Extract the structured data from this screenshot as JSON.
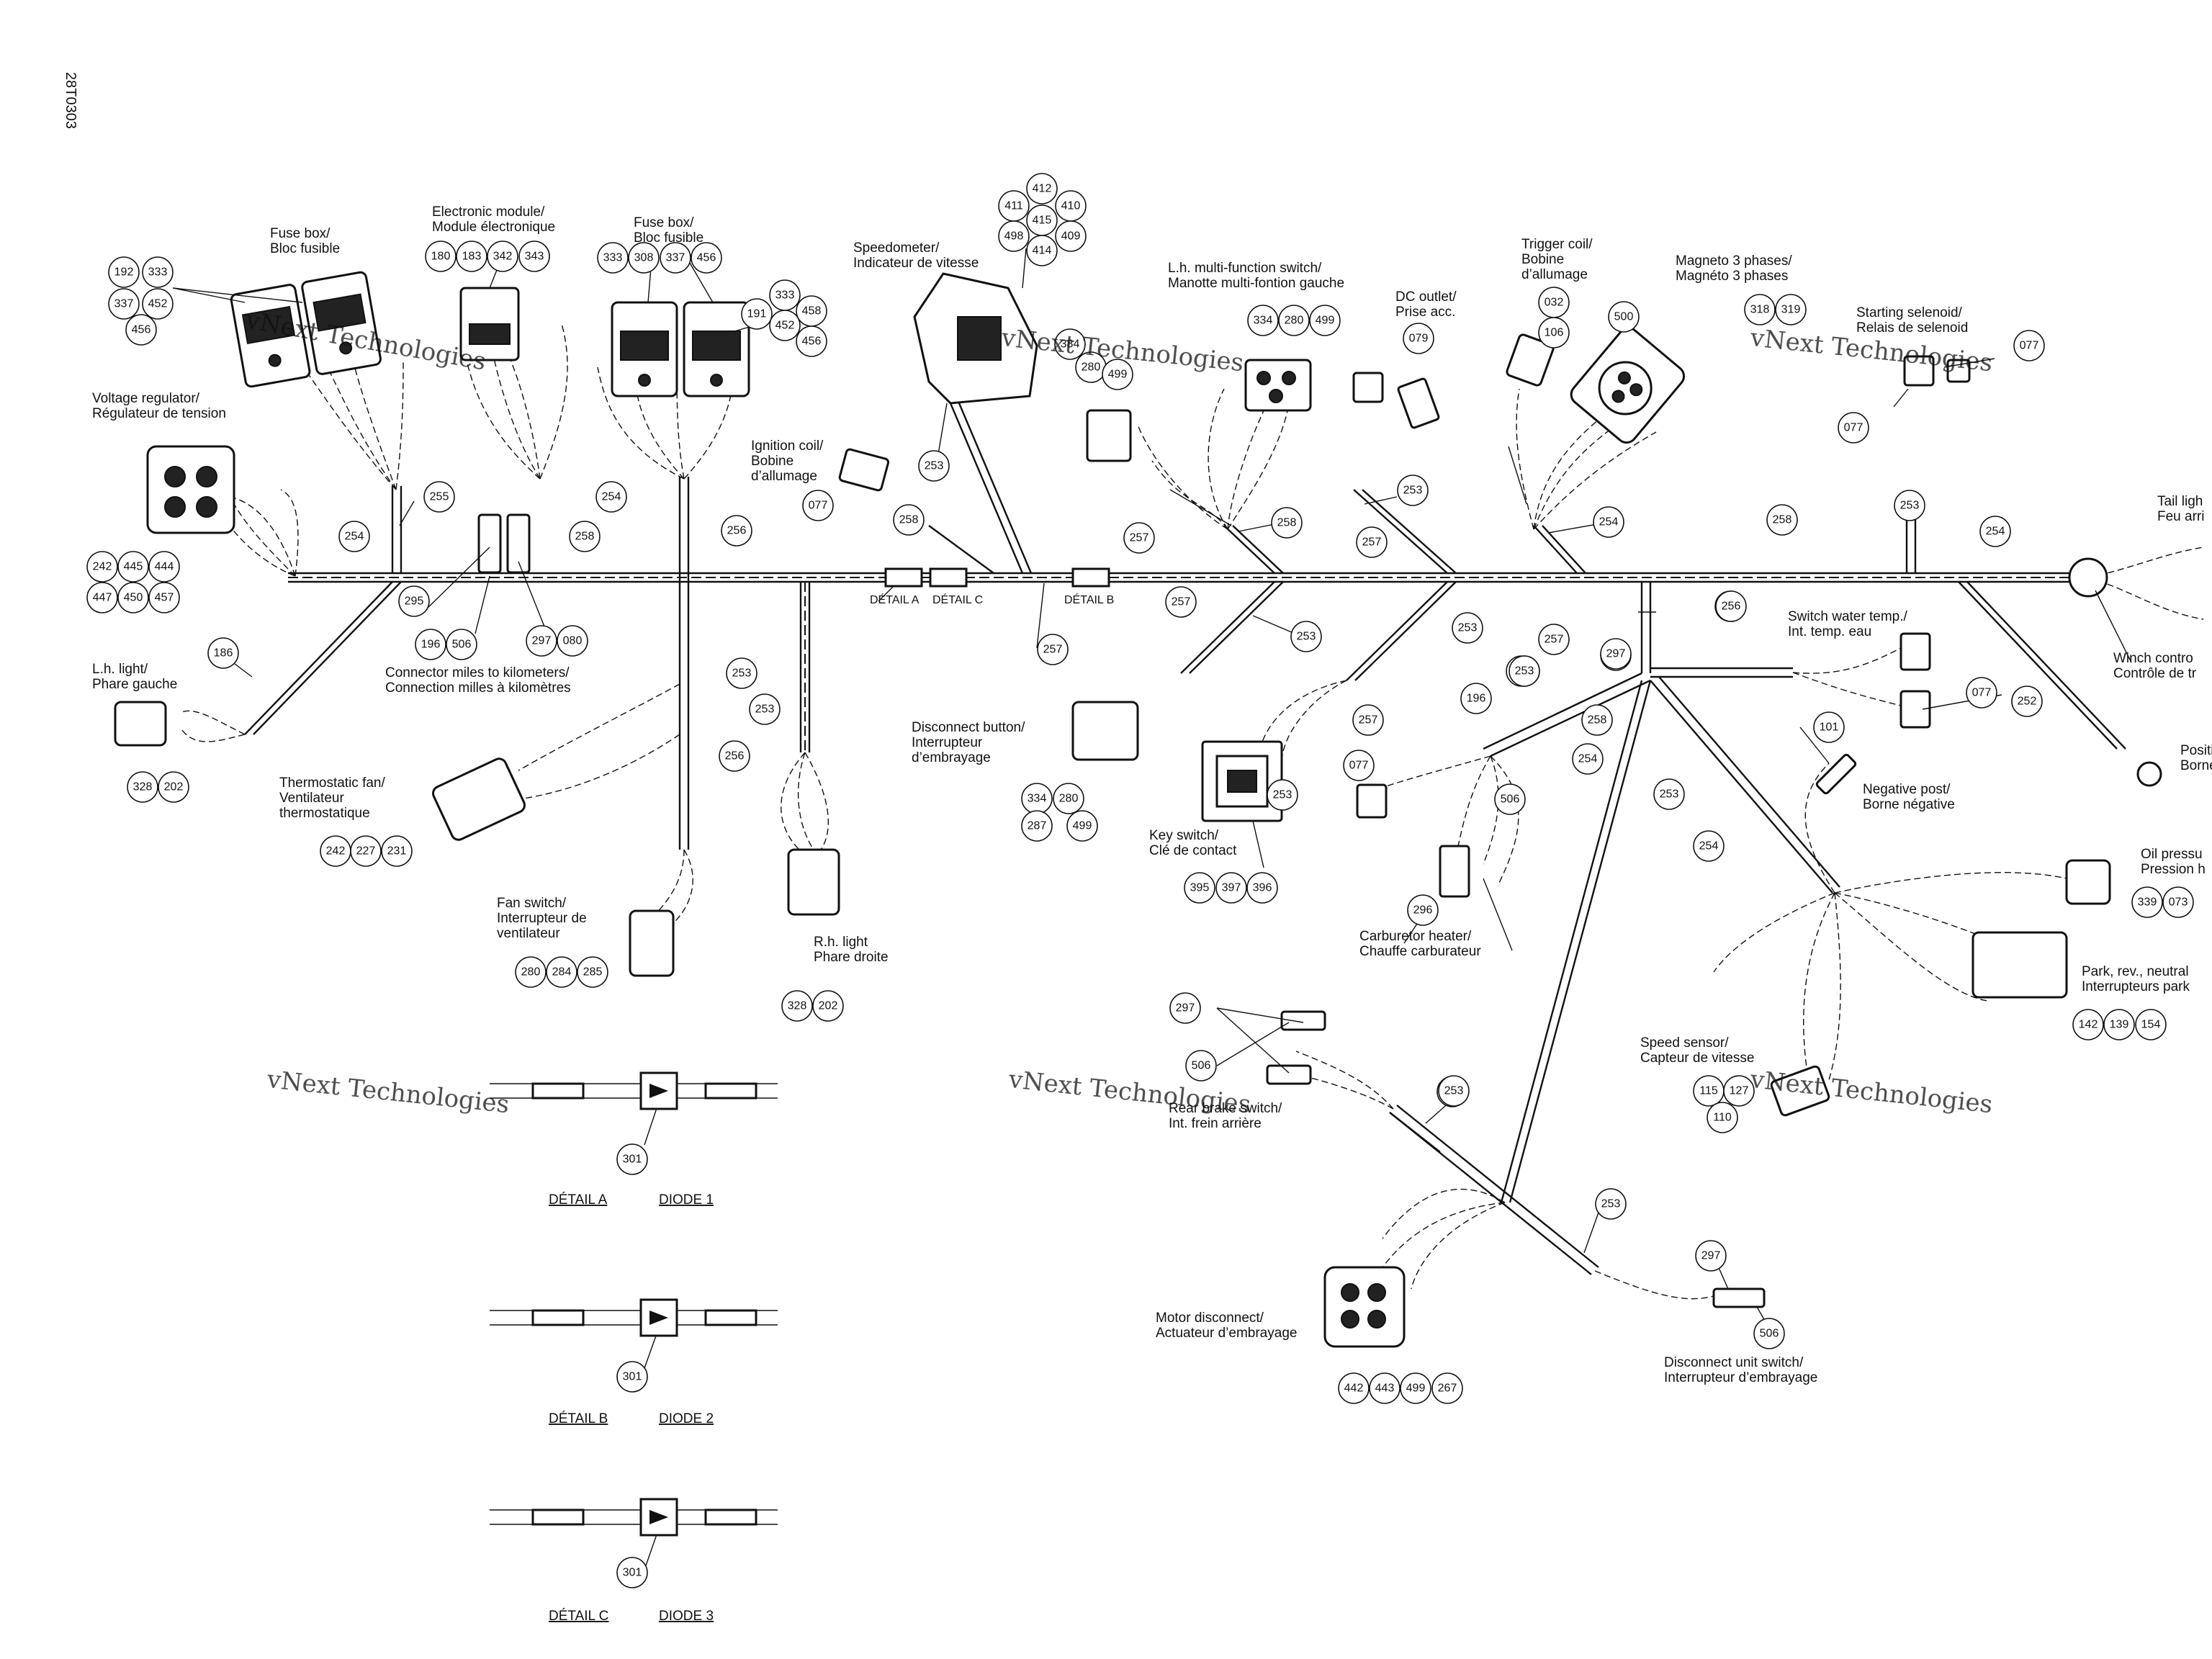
{
  "document_id": "28T0303",
  "watermark": "vNext Technologies",
  "components": [
    {
      "id": "fusebox1",
      "label": [
        "Fuse box/",
        "Bloc fusible"
      ],
      "refs": [
        "192",
        "333",
        "337",
        "452",
        "456"
      ]
    },
    {
      "id": "electronic-module",
      "label": [
        "Electronic module/",
        "Module électronique"
      ],
      "refs": [
        "180",
        "183",
        "342",
        "343"
      ]
    },
    {
      "id": "fusebox2",
      "label": [
        "Fuse box/",
        "Bloc fusible"
      ],
      "refs": [
        "333",
        "308",
        "337",
        "456",
        "191",
        "333",
        "458",
        "452",
        "456"
      ]
    },
    {
      "id": "speedometer",
      "label": [
        "Speedometer/",
        "Indicateur de vitesse"
      ],
      "refs": [
        "412",
        "411",
        "410",
        "415",
        "498",
        "409",
        "414"
      ]
    },
    {
      "id": "lh-multifunction",
      "label": [
        "L.h. multi-function switch/",
        "Manotte multi-fontion gauche"
      ],
      "refs": [
        "334",
        "280",
        "499",
        "384",
        "280",
        "499"
      ]
    },
    {
      "id": "dc-outlet",
      "label": [
        "DC outlet/",
        "Prise acc."
      ],
      "refs": [
        "079"
      ]
    },
    {
      "id": "trigger-coil",
      "label": [
        "Trigger coil/",
        "Bobine",
        "d’allumage"
      ],
      "refs": [
        "032",
        "500",
        "106"
      ]
    },
    {
      "id": "magneto",
      "label": [
        "Magneto 3 phases/",
        "Magnéto 3 phases"
      ],
      "refs": [
        "318",
        "319"
      ]
    },
    {
      "id": "starting-solenoid",
      "label": [
        "Starting selenoid/",
        "Relais de selenoid"
      ],
      "refs": [
        "077",
        "077"
      ]
    },
    {
      "id": "voltage-regulator",
      "label": [
        "Voltage regulator/",
        "Régulateur de tension"
      ],
      "refs": [
        "242",
        "445",
        "444",
        "447",
        "450",
        "457"
      ]
    },
    {
      "id": "ignition-coil",
      "label": [
        "Ignition coil/",
        "Bobine",
        "d’allumage"
      ],
      "refs": [
        "077"
      ]
    },
    {
      "id": "tail-light",
      "label": [
        "Tail ligh",
        "Feu arri"
      ],
      "refs": []
    },
    {
      "id": "lh-light",
      "label": [
        "L.h. light/",
        "Phare gauche"
      ],
      "refs": [
        "328",
        "202"
      ]
    },
    {
      "id": "connector-miles",
      "label": [
        "Connector miles to kilometers/",
        "Connection milles à kilomètres"
      ],
      "refs": [
        "196",
        "506",
        "297",
        "080",
        "295"
      ]
    },
    {
      "id": "thermostatic-fan",
      "label": [
        "Thermostatic fan/",
        "Ventilateur",
        "thermostatique"
      ],
      "refs": [
        "242",
        "227",
        "231"
      ]
    },
    {
      "id": "fan-switch",
      "label": [
        "Fan switch/",
        "Interrupteur de",
        "ventilateur"
      ],
      "refs": [
        "280",
        "284",
        "285"
      ]
    },
    {
      "id": "rh-light",
      "label": [
        "R.h. light",
        "Phare droite"
      ],
      "refs": [
        "328",
        "202"
      ]
    },
    {
      "id": "disconnect-button",
      "label": [
        "Disconnect button/",
        "Interrupteur",
        "d’embrayage"
      ],
      "refs": [
        "334",
        "280",
        "287",
        "499"
      ]
    },
    {
      "id": "key-switch",
      "label": [
        "Key switch/",
        "Clé de contact"
      ],
      "refs": [
        "395",
        "397",
        "396"
      ]
    },
    {
      "id": "carburetor-heater",
      "label": [
        "Carburetor heater/",
        "Chauffe carburateur"
      ],
      "refs": [
        "077",
        "196",
        "297",
        "506",
        "296"
      ]
    },
    {
      "id": "switch-water-temp",
      "label": [
        "Switch water temp./",
        "Int. temp. eau"
      ],
      "refs": [
        "077"
      ]
    },
    {
      "id": "winch-control",
      "label": [
        "Winch contro",
        "Contrôle de tr"
      ],
      "refs": []
    },
    {
      "id": "negative-post",
      "label": [
        "Negative post/",
        "Borne négative"
      ],
      "refs": [
        "101"
      ]
    },
    {
      "id": "positive-post",
      "label": [
        "Positi",
        "Borne"
      ],
      "refs": []
    },
    {
      "id": "oil-pressure",
      "label": [
        "Oil pressu",
        "Pression h"
      ],
      "refs": [
        "339",
        "073"
      ]
    },
    {
      "id": "park-rev-neutral",
      "label": [
        "Park, rev., neutral",
        "Interrupteurs park"
      ],
      "refs": [
        "142",
        "139",
        "154"
      ]
    },
    {
      "id": "speed-sensor",
      "label": [
        "Speed sensor/",
        "Capteur de vitesse"
      ],
      "refs": [
        "115",
        "127",
        "110"
      ]
    },
    {
      "id": "rear-brake-switch",
      "label": [
        "Rear brake switch/",
        "Int. frein arrière"
      ],
      "refs": [
        "297",
        "506"
      ]
    },
    {
      "id": "motor-disconnect",
      "label": [
        "Motor disconnect/",
        "Actuateur d’embrayage"
      ],
      "refs": [
        "442",
        "443",
        "499",
        "267"
      ]
    },
    {
      "id": "disconnect-unit-switch",
      "label": [
        "Disconnect unit switch/",
        "Interrupteur d’embrayage"
      ],
      "refs": [
        "297",
        "506"
      ]
    }
  ],
  "harness_refs": [
    "254",
    "255",
    "254",
    "258",
    "256",
    "253",
    "258",
    "257",
    "258",
    "253",
    "257",
    "254",
    "258",
    "253",
    "254",
    "256",
    "257",
    "257",
    "253",
    "256",
    "253",
    "186",
    "186",
    "253",
    "253",
    "256",
    "257",
    "257",
    "253",
    "297",
    "256",
    "252",
    "253",
    "254",
    "258",
    "254",
    "253",
    "253",
    "253",
    "253"
  ],
  "inline_markers": [
    "DÉTAIL A",
    "DÉTAIL C",
    "DÉTAIL B"
  ],
  "details": [
    {
      "title": "DÉTAIL A",
      "diode": "DIODE 1",
      "ref": "301"
    },
    {
      "title": "DÉTAIL B",
      "diode": "DIODE 2",
      "ref": "301"
    },
    {
      "title": "DÉTAIL C",
      "diode": "DIODE 3",
      "ref": "301"
    }
  ]
}
